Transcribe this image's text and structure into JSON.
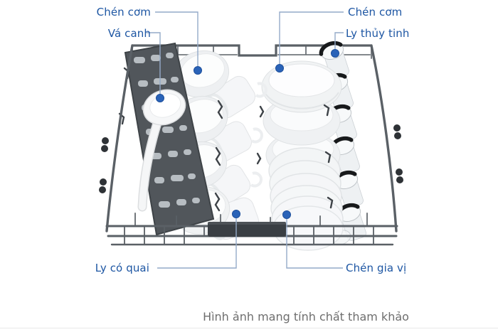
{
  "page": {
    "type": "product-reference-image",
    "caption": "Hình ảnh mang tính chất tham khảo"
  },
  "annotations": {
    "labels": [
      {
        "id": "chen-com-top-left",
        "text": "Chén cơm",
        "target": "rice-bowls"
      },
      {
        "id": "va-canh",
        "text": "Vá canh",
        "target": "ladle"
      },
      {
        "id": "chen-com-top-right",
        "text": "Chén cơm",
        "target": "bowl-stack"
      },
      {
        "id": "ly-thuy-tinh",
        "text": "Ly thủy tinh",
        "target": "glass-cups"
      },
      {
        "id": "ly-co-quai",
        "text": "Ly có quai",
        "target": "handled-cups"
      },
      {
        "id": "chen-gia-vi",
        "text": "Chén gia vị",
        "target": "condiment-dishes"
      }
    ]
  },
  "illustration": {
    "subject": "dishwasher-rack-loaded-with-dishes"
  },
  "colors": {
    "label_blue": "#1d56a3",
    "callout_line": "#94aac9",
    "callout_dot": "#2a63b8",
    "caption_gray": "#6e6e6e",
    "wire_gray": "#5a6066",
    "cutlery_basket_dark": "#51565b",
    "handle_dark": "#3a3f44",
    "glass_rim_black": "#17191b",
    "dish_white": "#f5f6f7",
    "background": "#ffffff"
  }
}
